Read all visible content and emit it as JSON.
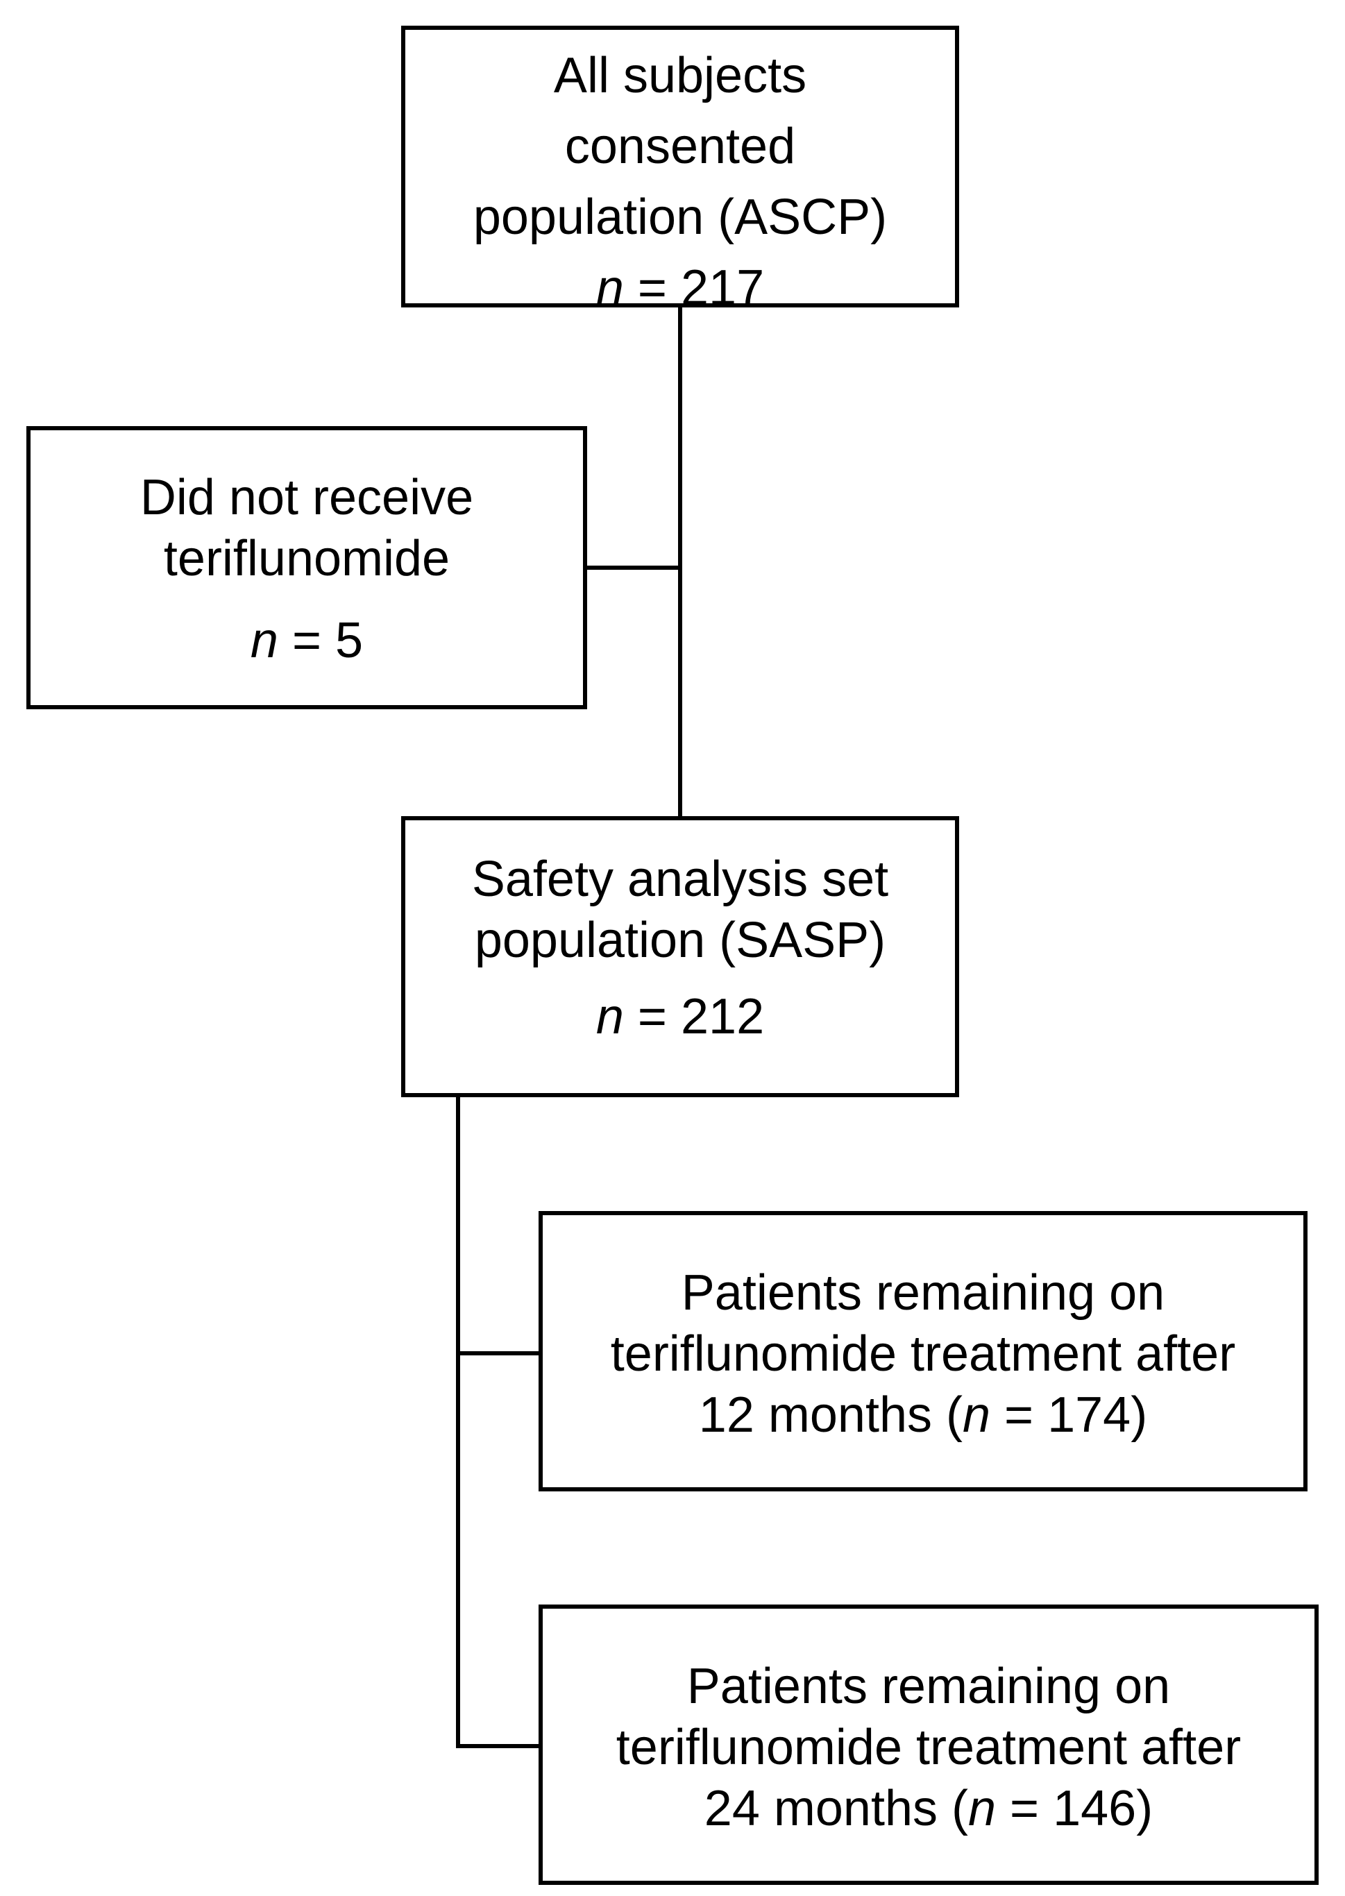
{
  "flowchart": {
    "ascp": {
      "label_lines": [
        "All subjects",
        "consented",
        "population (ASCP)"
      ],
      "n_prefix": "n",
      "n_suffix": " = 217"
    },
    "excluded": {
      "label_lines": [
        "Did not receive",
        "teriflunomide"
      ],
      "n_prefix": "n",
      "n_suffix": " = 5"
    },
    "sasp": {
      "label_lines": [
        "Safety analysis set",
        "population (SASP)"
      ],
      "n_prefix": "n",
      "n_suffix": " = 212"
    },
    "month12": {
      "label_lines": [
        "Patients remaining on",
        "teriflunomide treatment after"
      ],
      "last_line_before": "12 months (",
      "n_prefix": "n",
      "last_line_after": " = 174)"
    },
    "month24": {
      "label_lines": [
        "Patients remaining on",
        "teriflunomide treatment after"
      ],
      "last_line_before": "24 months (",
      "n_prefix": "n",
      "last_line_after": " = 146)"
    }
  },
  "colors": {
    "line": "#000000",
    "box_border": "#000000",
    "background": "#ffffff",
    "text": "#000000"
  }
}
